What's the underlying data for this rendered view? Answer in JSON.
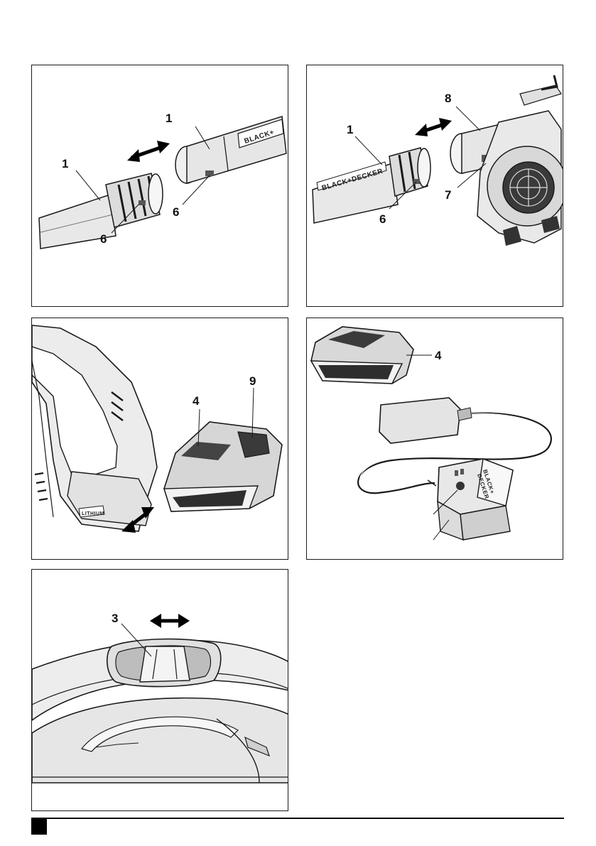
{
  "figures": {
    "fig1": {
      "callouts": [
        "1",
        "1",
        "6",
        "6"
      ],
      "brand": "BLACK+"
    },
    "fig2": {
      "callouts": [
        "8",
        "1",
        "7",
        "6"
      ],
      "brand": "BLACK+DECKER"
    },
    "fig3": {
      "callouts": [
        "9",
        "4"
      ],
      "battery_brand": "LITHIUM"
    },
    "fig4": {
      "callouts": [
        "4"
      ],
      "charger_brand_line1": "BLACK+",
      "charger_brand_line2": "DECKER"
    },
    "fig5": {
      "callouts": [
        "3"
      ]
    }
  },
  "colors": {
    "line": "#1a1a1a",
    "shade": "#cfcfcf",
    "dark": "#3a3a3a"
  }
}
